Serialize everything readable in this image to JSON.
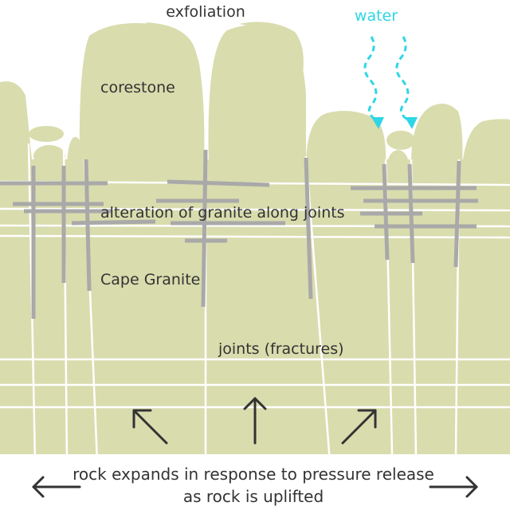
{
  "labels": {
    "exfoliation": "exfoliation",
    "water": "water",
    "corestone": "corestone",
    "alteration": "alteration of granite along joints",
    "cape_granite": "Cape Granite",
    "joints": "joints (fractures)",
    "expands_line1": "rock expands in response to pressure release",
    "expands_line2": "as rock is uplifted"
  },
  "colors": {
    "granite": "#d9dcad",
    "granite_edge": "#c4c79a",
    "joint_line": "#ffffff",
    "alteration": "#a9a9a9",
    "water": "#2fd6e6",
    "arrow": "#333333",
    "text": "#333333"
  },
  "icons": [
    "arrow-up-left-icon",
    "arrow-up-icon",
    "arrow-up-right-icon",
    "arrow-left-icon",
    "arrow-right-icon",
    "water-drip-icon"
  ]
}
